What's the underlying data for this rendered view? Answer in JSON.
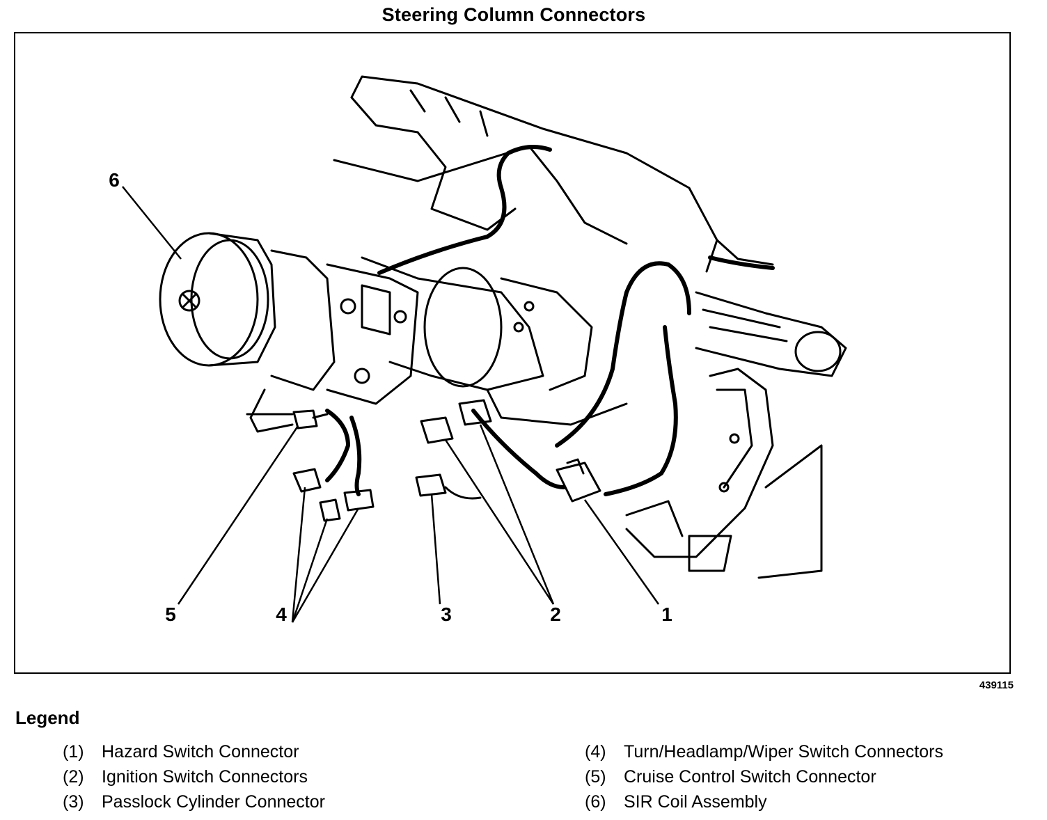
{
  "title": "Steering Column Connectors",
  "figure_number": "439115",
  "callouts": [
    "1",
    "2",
    "3",
    "4",
    "5",
    "6"
  ],
  "legend": {
    "heading": "Legend",
    "items": [
      {
        "num": "(1)",
        "label": "Hazard Switch Connector"
      },
      {
        "num": "(2)",
        "label": "Ignition Switch Connectors"
      },
      {
        "num": "(3)",
        "label": "Passlock Cylinder Connector"
      },
      {
        "num": "(4)",
        "label": "Turn/Headlamp/Wiper Switch Connectors"
      },
      {
        "num": "(5)",
        "label": "Cruise Control Switch Connector"
      },
      {
        "num": "(6)",
        "label": "SIR Coil Assembly"
      }
    ]
  }
}
